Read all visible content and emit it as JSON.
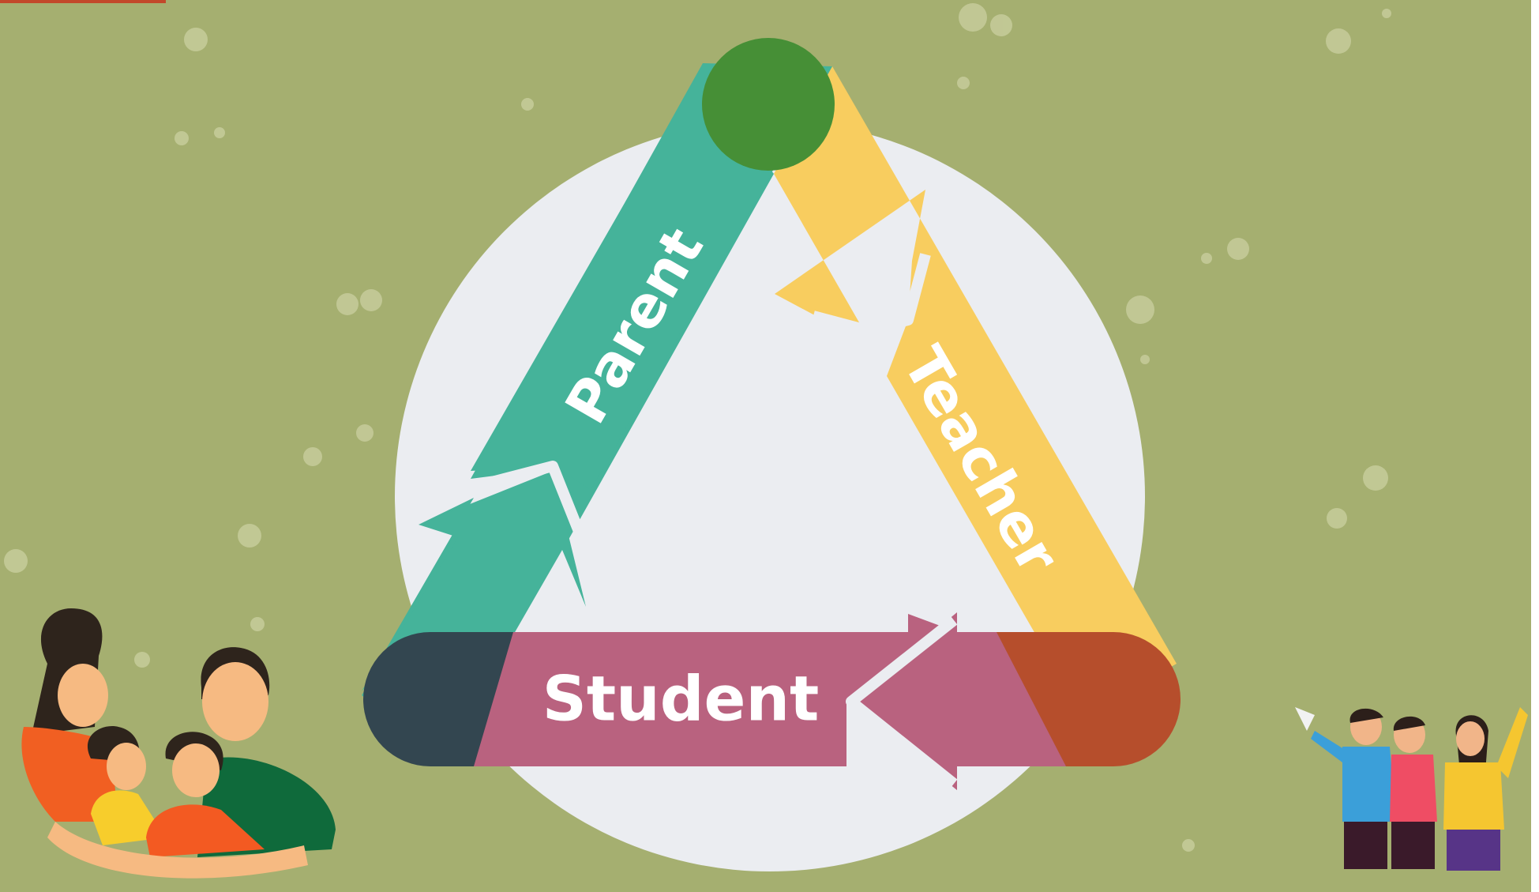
{
  "diagram": {
    "nodes": [
      {
        "id": "parent",
        "label": "Parent",
        "color": "#45b39a"
      },
      {
        "id": "teacher",
        "label": "Teacher",
        "color": "#f8cd5f"
      },
      {
        "id": "student",
        "label": "Student",
        "color": "#b9627f"
      }
    ],
    "corner_colors": {
      "top": "#468f36",
      "bottom_left": "#334650",
      "bottom_right": "#b64e2c"
    },
    "edges": [
      {
        "from": "teacher",
        "to": "student"
      },
      {
        "from": "student",
        "to": "parent"
      },
      {
        "from": "parent",
        "to": "teacher"
      }
    ]
  },
  "theme": {
    "background": "#a5af70",
    "circle": "#ebedf1",
    "corner_accent": "#c2482a"
  },
  "illustrations": [
    "family-illustration",
    "cheering-students-illustration"
  ]
}
